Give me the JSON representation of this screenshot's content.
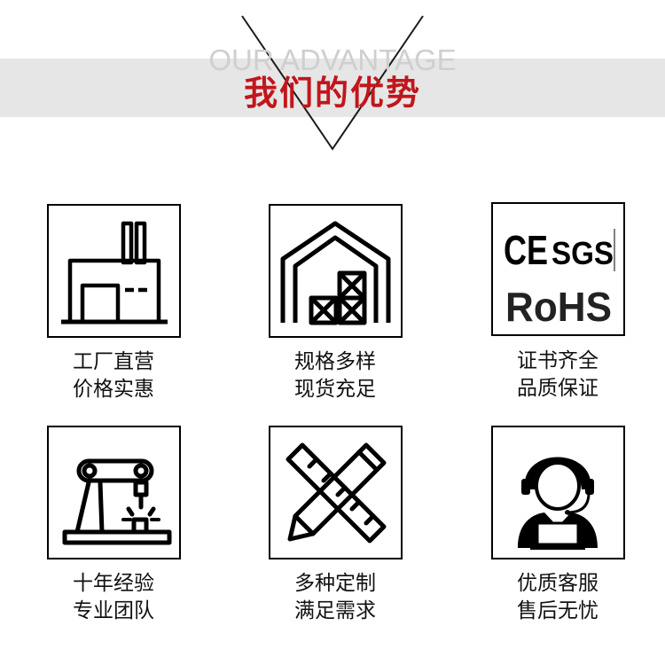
{
  "header": {
    "subtitle": "OUR ADVANTAGE",
    "title": "我们的优势"
  },
  "features": [
    {
      "icon": "factory-icon",
      "line1": "工厂直营",
      "line2": "价格实惠"
    },
    {
      "icon": "warehouse-icon",
      "line1": "规格多样",
      "line2": "现货充足"
    },
    {
      "icon": "certification-icon",
      "line1": "证书齐全",
      "line2": "品质保证",
      "cert_top": "CE",
      "cert_sgs": "SGS",
      "cert_bottom": "RoHS"
    },
    {
      "icon": "robot-arm-icon",
      "line1": "十年经验",
      "line2": "专业团队"
    },
    {
      "icon": "ruler-pencil-icon",
      "line1": "多种定制",
      "line2": "满足需求"
    },
    {
      "icon": "customer-service-icon",
      "line1": "优质客服",
      "line2": "售后无忧"
    }
  ],
  "colors": {
    "accent": "#c1161c",
    "banner": "#e6e6e6",
    "icon": "#000000"
  }
}
